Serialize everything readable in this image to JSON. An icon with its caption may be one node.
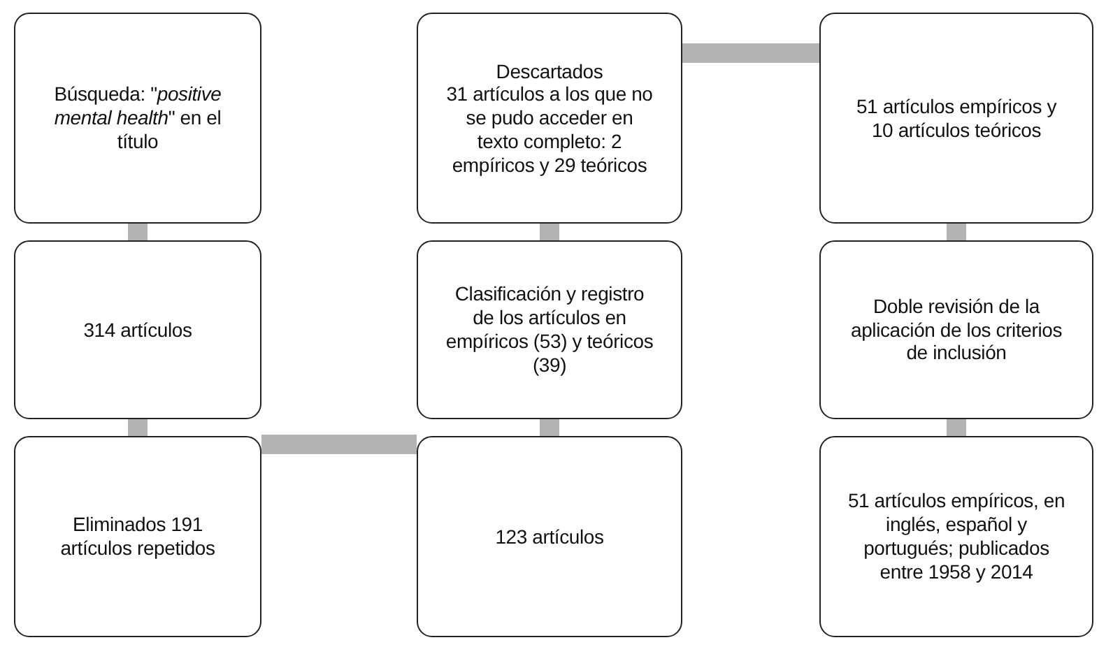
{
  "diagram": {
    "nodes": [
      {
        "text": [
          "Búsqueda: \"*positive mental health*\" en el título"
        ]
      },
      {
        "text": [
          "Descartados",
          "31 artículos a los que no se pudo acceder en texto completo: 2 empíricos y 29 teóricos"
        ]
      },
      {
        "text": [
          "51 artículos empíricos y 10 artículos teóricos"
        ]
      },
      {
        "text": [
          "314 artículos"
        ]
      },
      {
        "text": [
          "Clasificación y registro de los artículos en empíricos (53) y teóricos (39)"
        ]
      },
      {
        "text": [
          "Doble revisión de la aplicación de los criterios de inclusión"
        ]
      },
      {
        "text": [
          "Eliminados 191 artículos repetidos"
        ]
      },
      {
        "text": [
          "123 artículos"
        ]
      },
      {
        "text": [
          "51 artículos empíricos, en inglés, español y portugués; publicados entre 1958 y 2014"
        ]
      }
    ],
    "edges": [
      {
        "from": 0,
        "to": 3,
        "arrow": "none"
      },
      {
        "from": 3,
        "to": 6,
        "arrow": "none"
      },
      {
        "from": 6,
        "to": 7,
        "arrow": "none"
      },
      {
        "from": 7,
        "to": 4,
        "arrow": "none"
      },
      {
        "from": 4,
        "to": 1,
        "arrow": "none"
      },
      {
        "from": 1,
        "to": 2,
        "arrow": "none"
      },
      {
        "from": 2,
        "to": 5,
        "arrow": "none"
      },
      {
        "from": 5,
        "to": 8,
        "arrow": "none"
      }
    ]
  }
}
